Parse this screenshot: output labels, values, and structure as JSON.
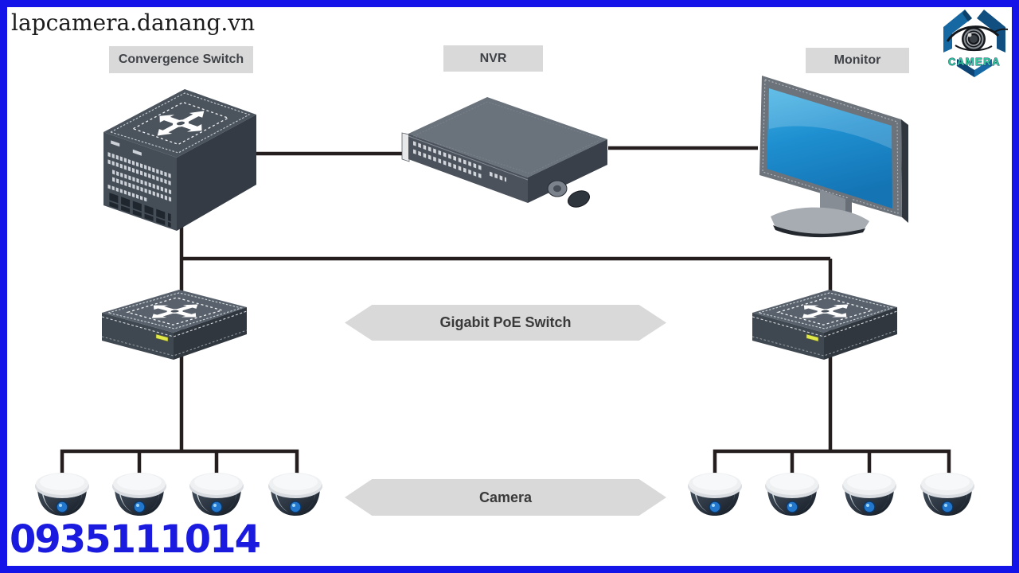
{
  "site": {
    "title": "lapcamera.danang.vn",
    "phone": "0935111014"
  },
  "logo": {
    "wordmark": "CAMERA"
  },
  "device_labels": {
    "convergence_switch": "Convergence Switch",
    "nvr": "NVR",
    "monitor": "Monitor"
  },
  "banners": {
    "poe_switch": "Gigabit PoE Switch",
    "camera": "Camera"
  },
  "colors": {
    "frame_border": "#1414e8",
    "label_bg": "#d9d9d9",
    "banner_bg": "#d9d9d9",
    "phone_text": "#1b1be0",
    "monitor_screen": "#1e8fd0",
    "connection_line": "#241e1e",
    "logo_blue": "#1668a2",
    "logo_teal": "#35c9a0",
    "poe_led_yellow": "#e0e84a"
  },
  "diagram": {
    "type": "network-topology",
    "nodes": [
      {
        "id": "convergence-switch",
        "label": "Convergence Switch",
        "kind": "core-switch"
      },
      {
        "id": "nvr",
        "label": "NVR",
        "kind": "recorder"
      },
      {
        "id": "monitor",
        "label": "Monitor",
        "kind": "display"
      },
      {
        "id": "poe-switch-left",
        "label": "Gigabit PoE Switch",
        "kind": "poe-switch"
      },
      {
        "id": "poe-switch-right",
        "label": "Gigabit PoE Switch",
        "kind": "poe-switch"
      },
      {
        "id": "camera-group-left",
        "label": "Camera",
        "kind": "dome-camera",
        "count": 4
      },
      {
        "id": "camera-group-right",
        "label": "Camera",
        "kind": "dome-camera",
        "count": 4
      }
    ],
    "edges": [
      {
        "from": "convergence-switch",
        "to": "nvr"
      },
      {
        "from": "nvr",
        "to": "monitor"
      },
      {
        "from": "convergence-switch",
        "to": "poe-switch-left"
      },
      {
        "from": "convergence-switch",
        "to": "poe-switch-right"
      },
      {
        "from": "poe-switch-left",
        "to": "camera-group-left"
      },
      {
        "from": "poe-switch-right",
        "to": "camera-group-right"
      }
    ]
  }
}
